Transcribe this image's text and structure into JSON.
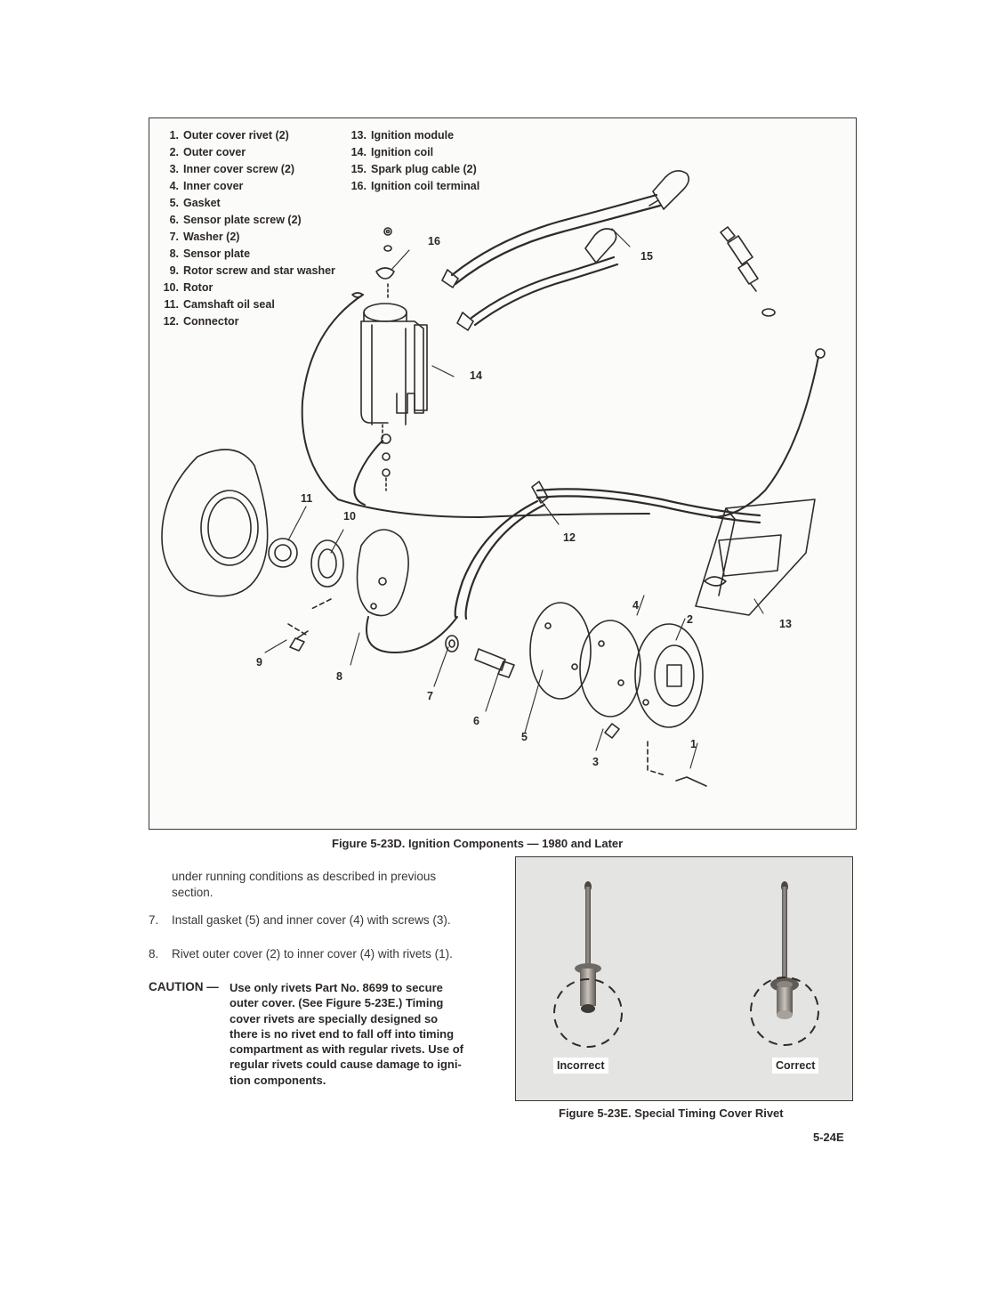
{
  "figure_d": {
    "legend_left": [
      {
        "n": "1.",
        "t": "Outer cover rivet (2)"
      },
      {
        "n": "2.",
        "t": "Outer cover"
      },
      {
        "n": "3.",
        "t": "Inner cover screw (2)"
      },
      {
        "n": "4.",
        "t": "Inner cover"
      },
      {
        "n": "5.",
        "t": "Gasket"
      },
      {
        "n": "6.",
        "t": "Sensor plate screw (2)"
      },
      {
        "n": "7.",
        "t": "Washer (2)"
      },
      {
        "n": "8.",
        "t": "Sensor plate"
      },
      {
        "n": "9.",
        "t": "Rotor screw and star washer"
      },
      {
        "n": "10.",
        "t": "Rotor"
      },
      {
        "n": "11.",
        "t": "Camshaft oil seal"
      },
      {
        "n": "12.",
        "t": "Connector"
      }
    ],
    "legend_right": [
      {
        "n": "13.",
        "t": "Ignition module"
      },
      {
        "n": "14.",
        "t": "Ignition coil"
      },
      {
        "n": "15.",
        "t": "Spark plug cable (2)"
      },
      {
        "n": "16.",
        "t": "Ignition coil terminal"
      }
    ],
    "callouts": {
      "c1": "1",
      "c2": "2",
      "c3": "3",
      "c4": "4",
      "c5": "5",
      "c6": "6",
      "c7": "7",
      "c8": "8",
      "c9": "9",
      "c10": "10",
      "c11": "11",
      "c12": "12",
      "c13": "13",
      "c14": "14",
      "c15": "15",
      "c16": "16"
    },
    "caption": "Figure 5-23D. Ignition Components — 1980 and Later"
  },
  "text": {
    "continuation_line1": "under running conditions as described in previous",
    "continuation_line2": "section.",
    "step7_num": "7.",
    "step7_text": "Install gasket (5) and inner cover (4) with screws (3).",
    "step8_num": "8.",
    "step8_text": "Rivet outer cover (2) to inner cover (4) with rivets (1).",
    "caution_label": "CAUTION —",
    "caution_lines": [
      "Use only rivets Part No. 8699 to secure",
      "outer cover. (See Figure 5-23E.) Timing",
      "cover rivets are specially designed so",
      "there is no rivet end to fall off into timing",
      "compartment as with regular rivets. Use of",
      "regular rivets could cause damage to igni-",
      "tion components."
    ]
  },
  "figure_e": {
    "photo_id": "1173",
    "label_incorrect": "Incorrect",
    "label_correct": "Correct",
    "caption": "Figure 5-23E. Special Timing Cover Rivet"
  },
  "page_number": "5-24E"
}
